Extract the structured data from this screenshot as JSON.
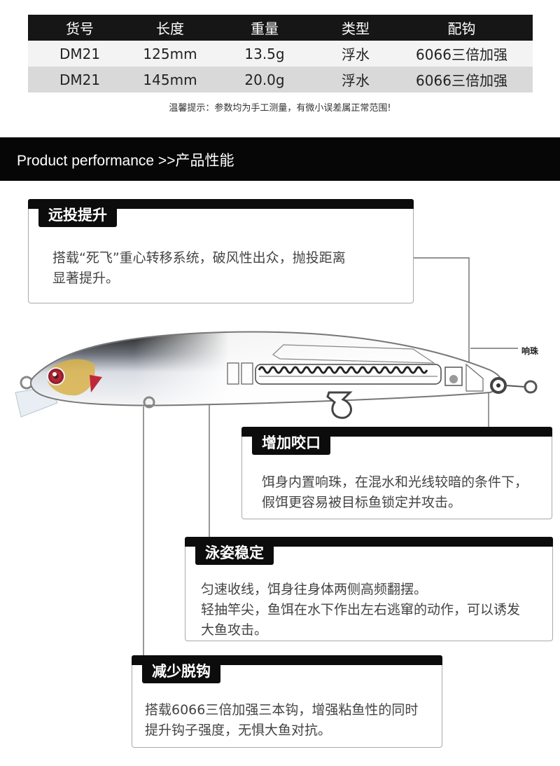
{
  "spec_table": {
    "headers": [
      "货号",
      "长度",
      "重量",
      "类型",
      "配钩"
    ],
    "rows": [
      [
        "DM21",
        "125mm",
        "13.5g",
        "浮水",
        "6066三倍加强"
      ],
      [
        "DM21",
        "145mm",
        "20.0g",
        "浮水",
        "6066三倍加强"
      ]
    ]
  },
  "tip": "温馨提示：参数均为手工测量，有微小误差属正常范围!",
  "banner": "Product performance >>产品性能",
  "bead_label": "响珠",
  "features": [
    {
      "title": "远投提升",
      "lines": [
        "搭载“死飞”重心转移系统，破风性出众，抛投距离",
        "显著提升。"
      ]
    },
    {
      "title": "增加咬口",
      "lines": [
        "饵身内置响珠，在混水和光线较暗的条件下，",
        "假饵更容易被目标鱼锁定并攻击。"
      ]
    },
    {
      "title": "泳姿稳定",
      "lines": [
        "匀速收线，饵身往身体两侧高频翻摆。",
        "轻抽竿尖，鱼饵在水下作出左右逃窜的动作，可以诱发",
        "大鱼攻击。"
      ]
    },
    {
      "title": "减少脱钩",
      "lines": [
        "搭载6066三倍加强三本钩，增强粘鱼性的同时",
        "提升钩子强度，无惧大鱼对抗。"
      ]
    }
  ],
  "colors": {
    "header_bg": "#161616",
    "row1_bg": "#f3f3f3",
    "row2_bg": "#d9d9d9",
    "banner_bg": "#060606",
    "eye_red": "#c0283a",
    "eye_gold": "#d8b24a"
  }
}
